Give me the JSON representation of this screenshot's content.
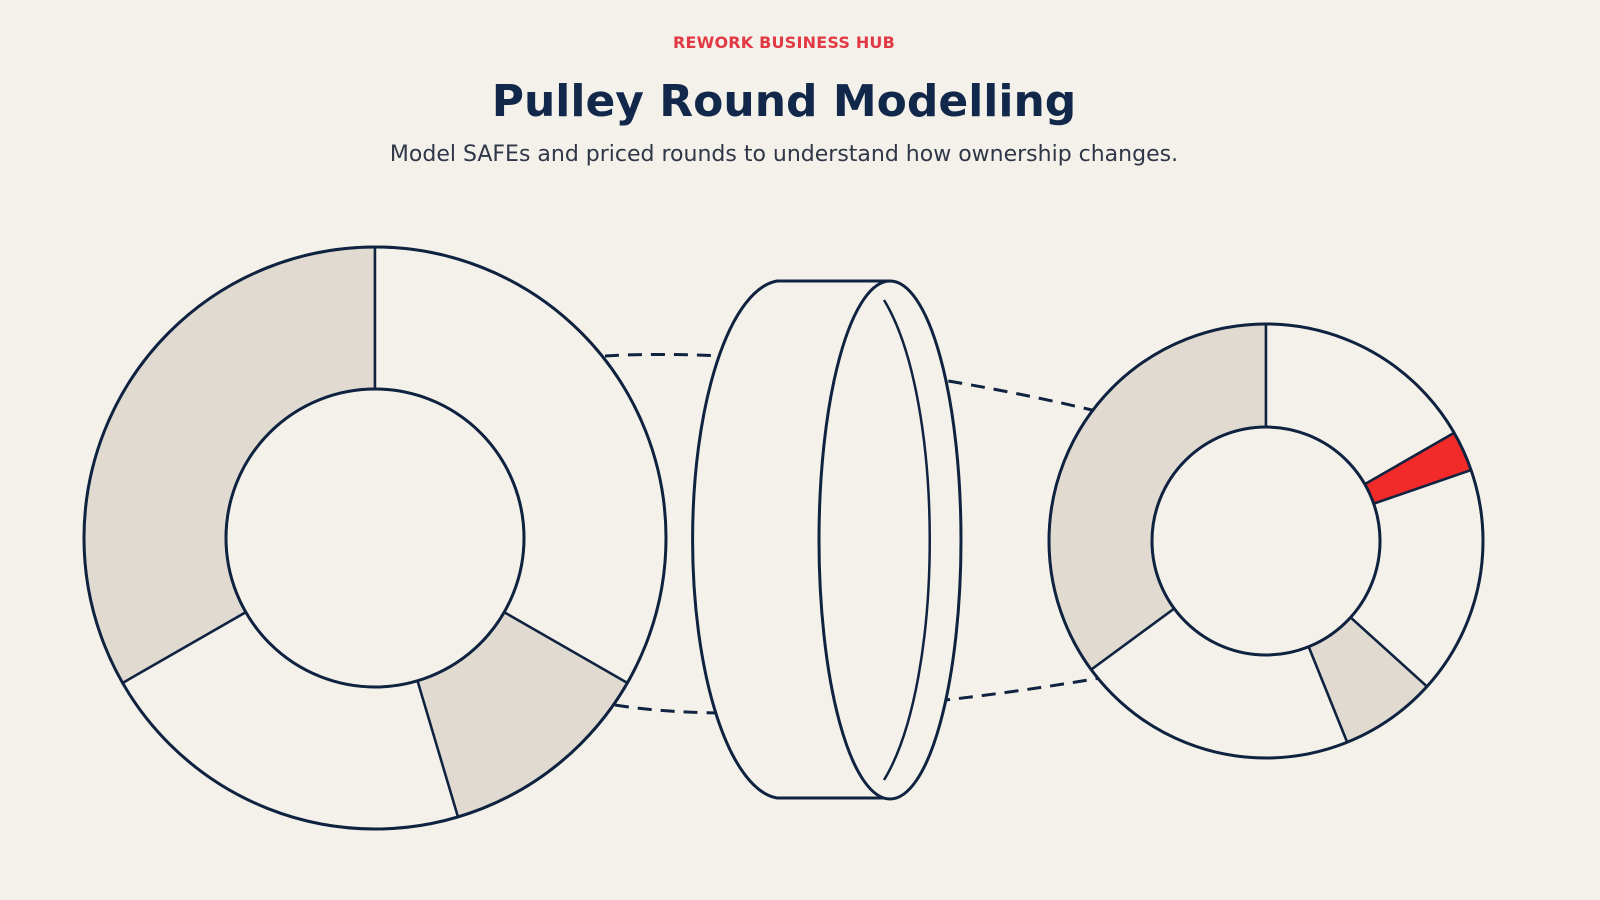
{
  "header": {
    "eyebrow": "REWORK BUSINESS HUB",
    "title": "Pulley Round Modelling",
    "subtitle": "Model SAFEs and priced rounds to understand how ownership changes."
  },
  "colors": {
    "background": "#f4f1ea",
    "accent": "#e23a44",
    "ink": "#12284a",
    "stroke": "#0f2340",
    "segment_light": "#f4f1ea",
    "segment_shaded": "#e0dad1",
    "highlight": "#f22a2a"
  },
  "illustration": {
    "before_ring": {
      "segments": [
        {
          "share": 0.333,
          "fill": "shaded"
        },
        {
          "share": 0.333,
          "fill": "light"
        },
        {
          "share": 0.121,
          "fill": "shaded"
        },
        {
          "share": 0.213,
          "fill": "light"
        }
      ]
    },
    "after_ring": {
      "segments": [
        {
          "share": 0.351,
          "fill": "shaded"
        },
        {
          "share": 0.167,
          "fill": "light"
        },
        {
          "share": 0.03,
          "fill": "highlight"
        },
        {
          "share": 0.17,
          "fill": "light"
        },
        {
          "share": 0.072,
          "fill": "shaded"
        },
        {
          "share": 0.21,
          "fill": "light"
        }
      ]
    }
  }
}
